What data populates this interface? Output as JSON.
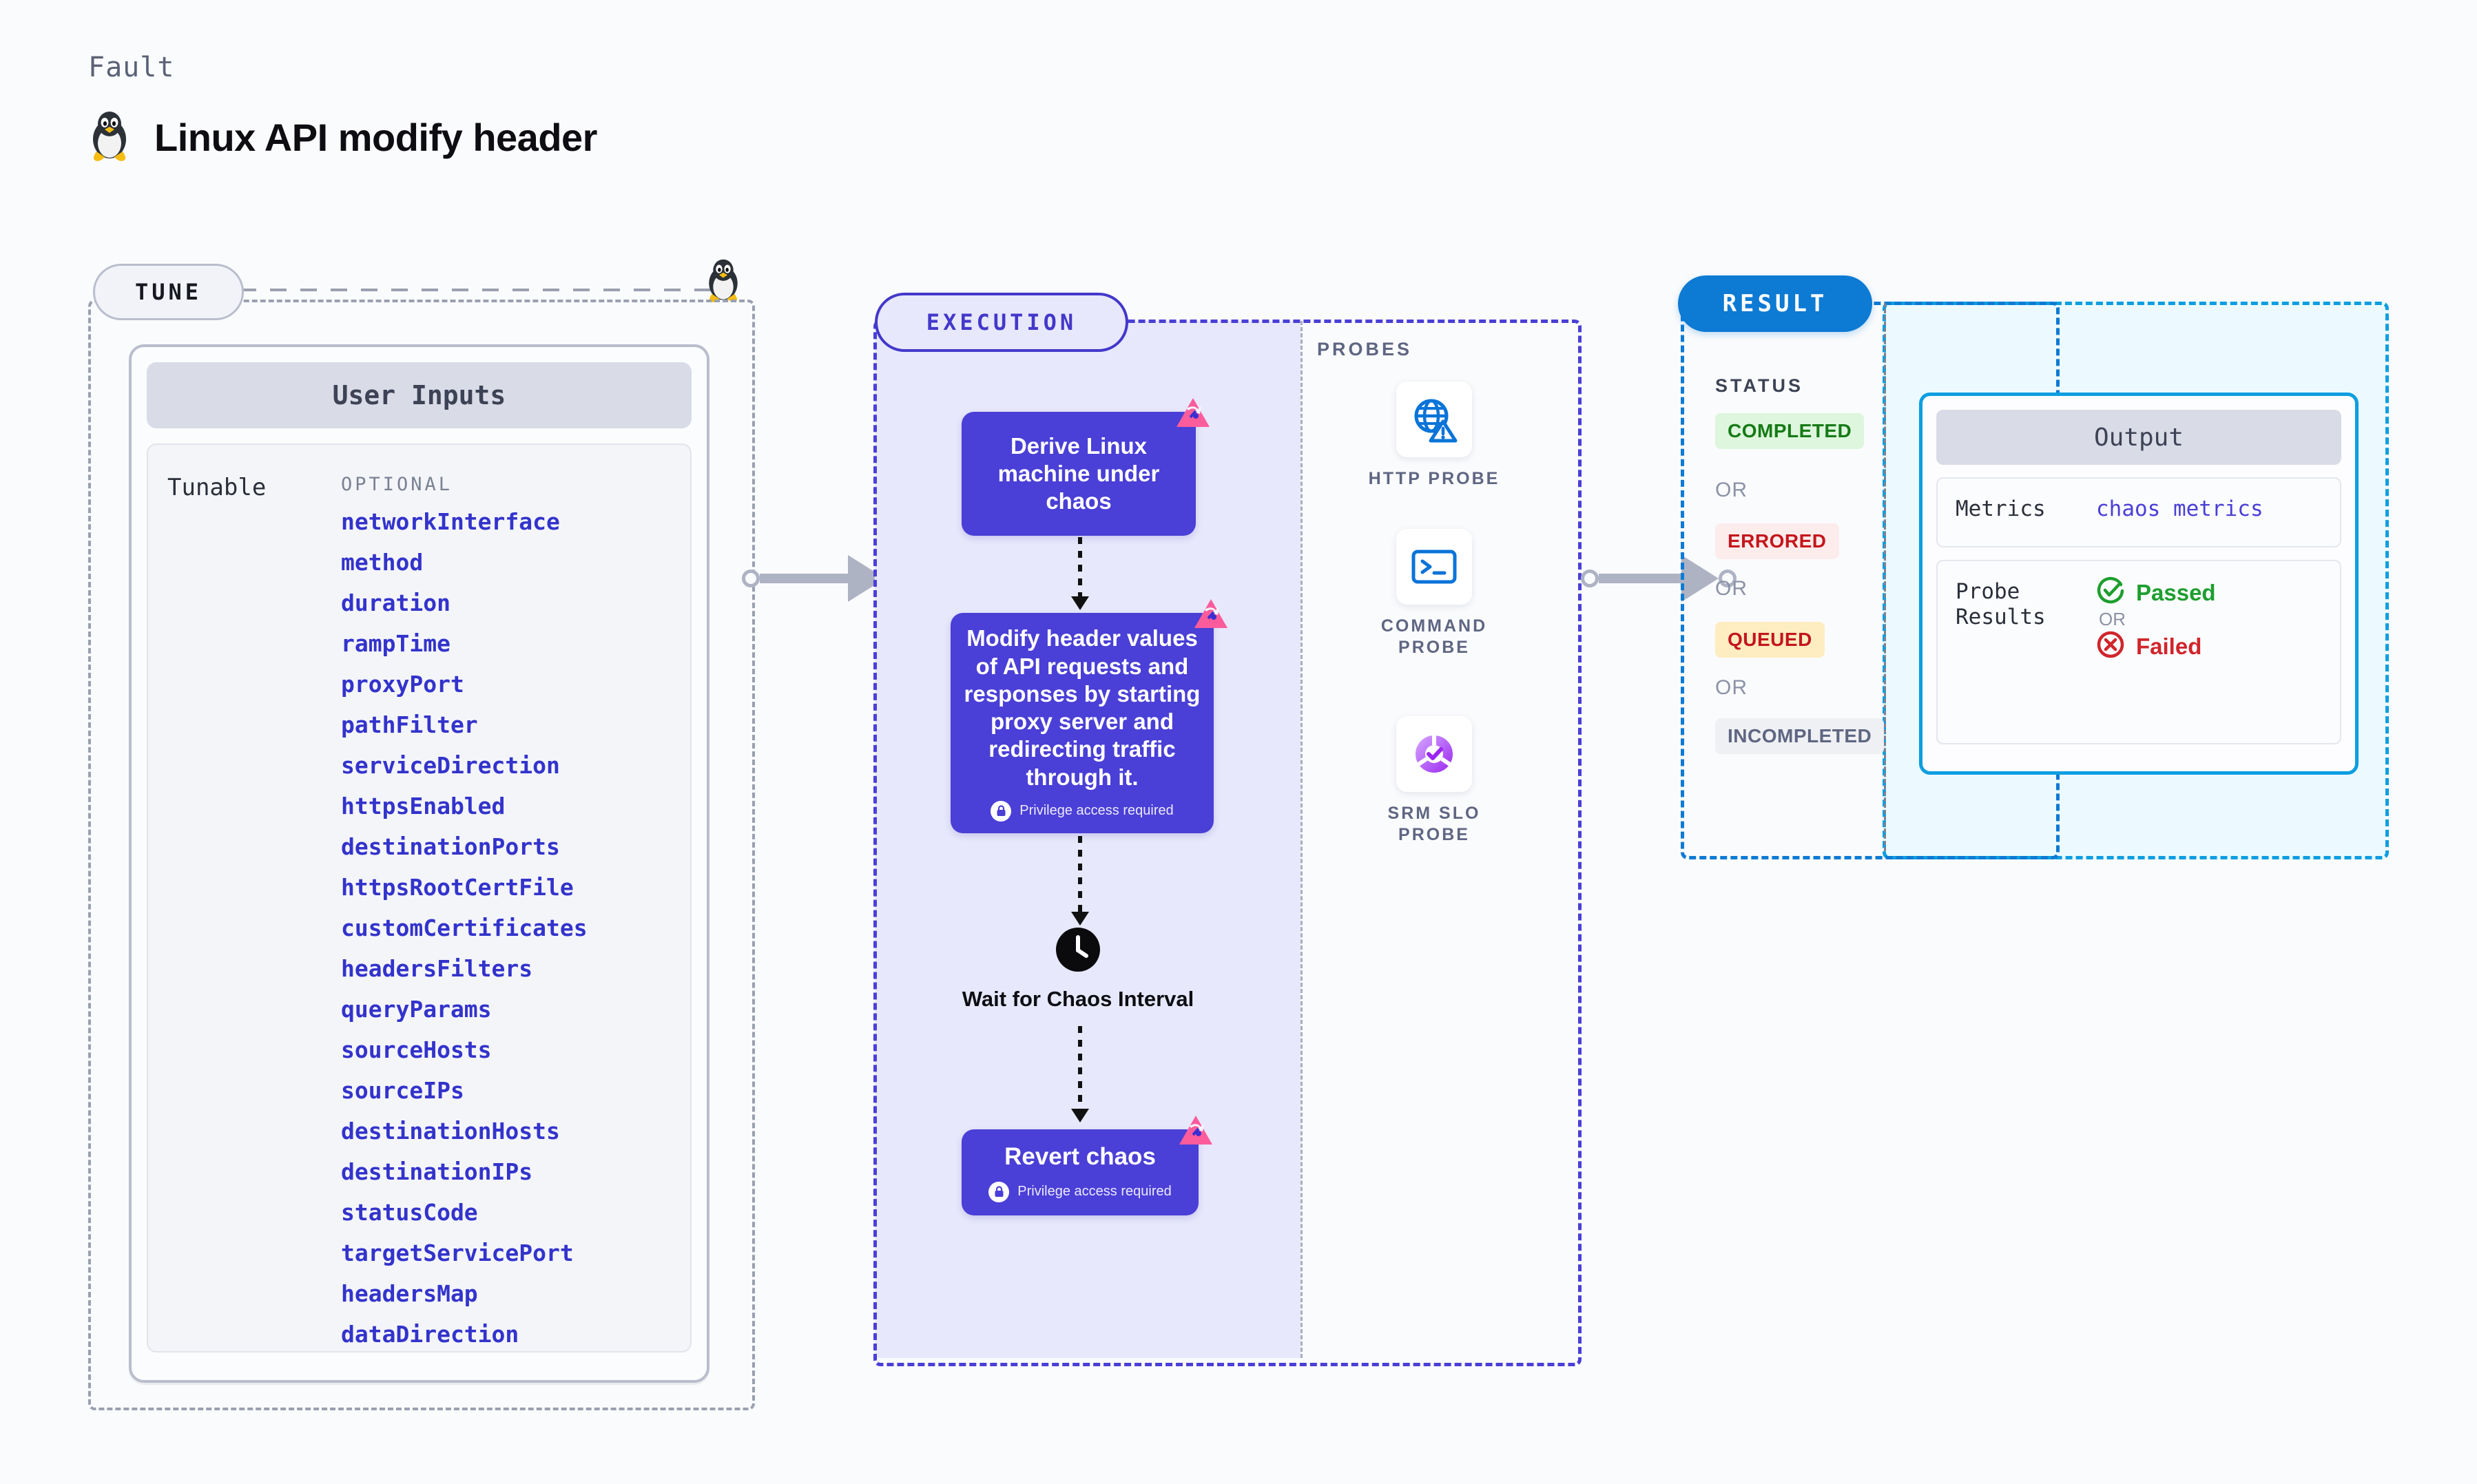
{
  "header": {
    "kicker": "Fault",
    "title": "Linux API modify header",
    "os_icon": "linux-penguin-icon"
  },
  "tune": {
    "pill_label": "TUNE",
    "os_icon": "linux-penguin-icon",
    "card": {
      "title": "User Inputs",
      "group_label": "Tunable",
      "optional_label": "OPTIONAL",
      "optional_items": [
        "networkInterface",
        "method",
        "duration",
        "rampTime",
        "proxyPort",
        "pathFilter",
        "serviceDirection",
        "httpsEnabled",
        "destinationPorts",
        "httpsRootCertFile",
        "customCertificates",
        "headersFilters",
        "queryParams",
        "sourceHosts",
        "sourceIPs",
        "destinationHosts",
        "destinationIPs",
        "statusCode",
        "targetServicePort",
        "headersMap",
        "dataDirection"
      ]
    }
  },
  "execution": {
    "pill_label": "EXECUTION",
    "nodes": [
      {
        "id": "derive",
        "text": "Derive Linux machine under chaos",
        "chaos_badge": true,
        "privilege": null
      },
      {
        "id": "modify",
        "text": "Modify header values of API requests and responses by starting proxy server and redirecting traffic through it.",
        "chaos_badge": true,
        "privilege": "Privilege access required"
      },
      {
        "id": "wait",
        "text": "Wait for Chaos Interval",
        "icon": "clock-icon"
      },
      {
        "id": "revert",
        "text": "Revert chaos",
        "chaos_badge": true,
        "privilege": "Privilege access required"
      }
    ],
    "privilege_text": "Privilege access required",
    "wait_label": "Wait for Chaos Interval"
  },
  "probes": {
    "section_label": "PROBES",
    "items": [
      {
        "label": "HTTP  PROBE",
        "icon": "globe-warning-icon"
      },
      {
        "label": "COMMAND PROBE",
        "icon": "terminal-icon"
      },
      {
        "label": "SRM SLO PROBE",
        "icon": "slo-donut-check-icon"
      }
    ]
  },
  "result": {
    "pill_label": "RESULT",
    "status_label": "STATUS",
    "or_label": "OR",
    "statuses": [
      {
        "label": "COMPLETED",
        "bg": "#ddf6dd",
        "fg": "#167a16"
      },
      {
        "label": "ERRORED",
        "bg": "#fdecec",
        "fg": "#c4161c"
      },
      {
        "label": "QUEUED",
        "bg": "#fdedc0",
        "fg": "#c4161c"
      },
      {
        "label": "INCOMPLETED",
        "bg": "#eef0f4",
        "fg": "#5f6682"
      }
    ]
  },
  "output": {
    "title": "Output",
    "metrics_key": "Metrics",
    "metrics_value": "chaos metrics",
    "probe_results_key": "Probe Results",
    "probe_passed": "Passed",
    "probe_or": "OR",
    "probe_failed": "Failed"
  },
  "colors": {
    "page_bg": "#fafbfd",
    "accent_execution": "#4a3fd6",
    "accent_result": "#0d7ad4",
    "accent_output": "#0d9ee0",
    "chaos_pink": "#fc5c9c",
    "link_blue": "#3333cc"
  }
}
